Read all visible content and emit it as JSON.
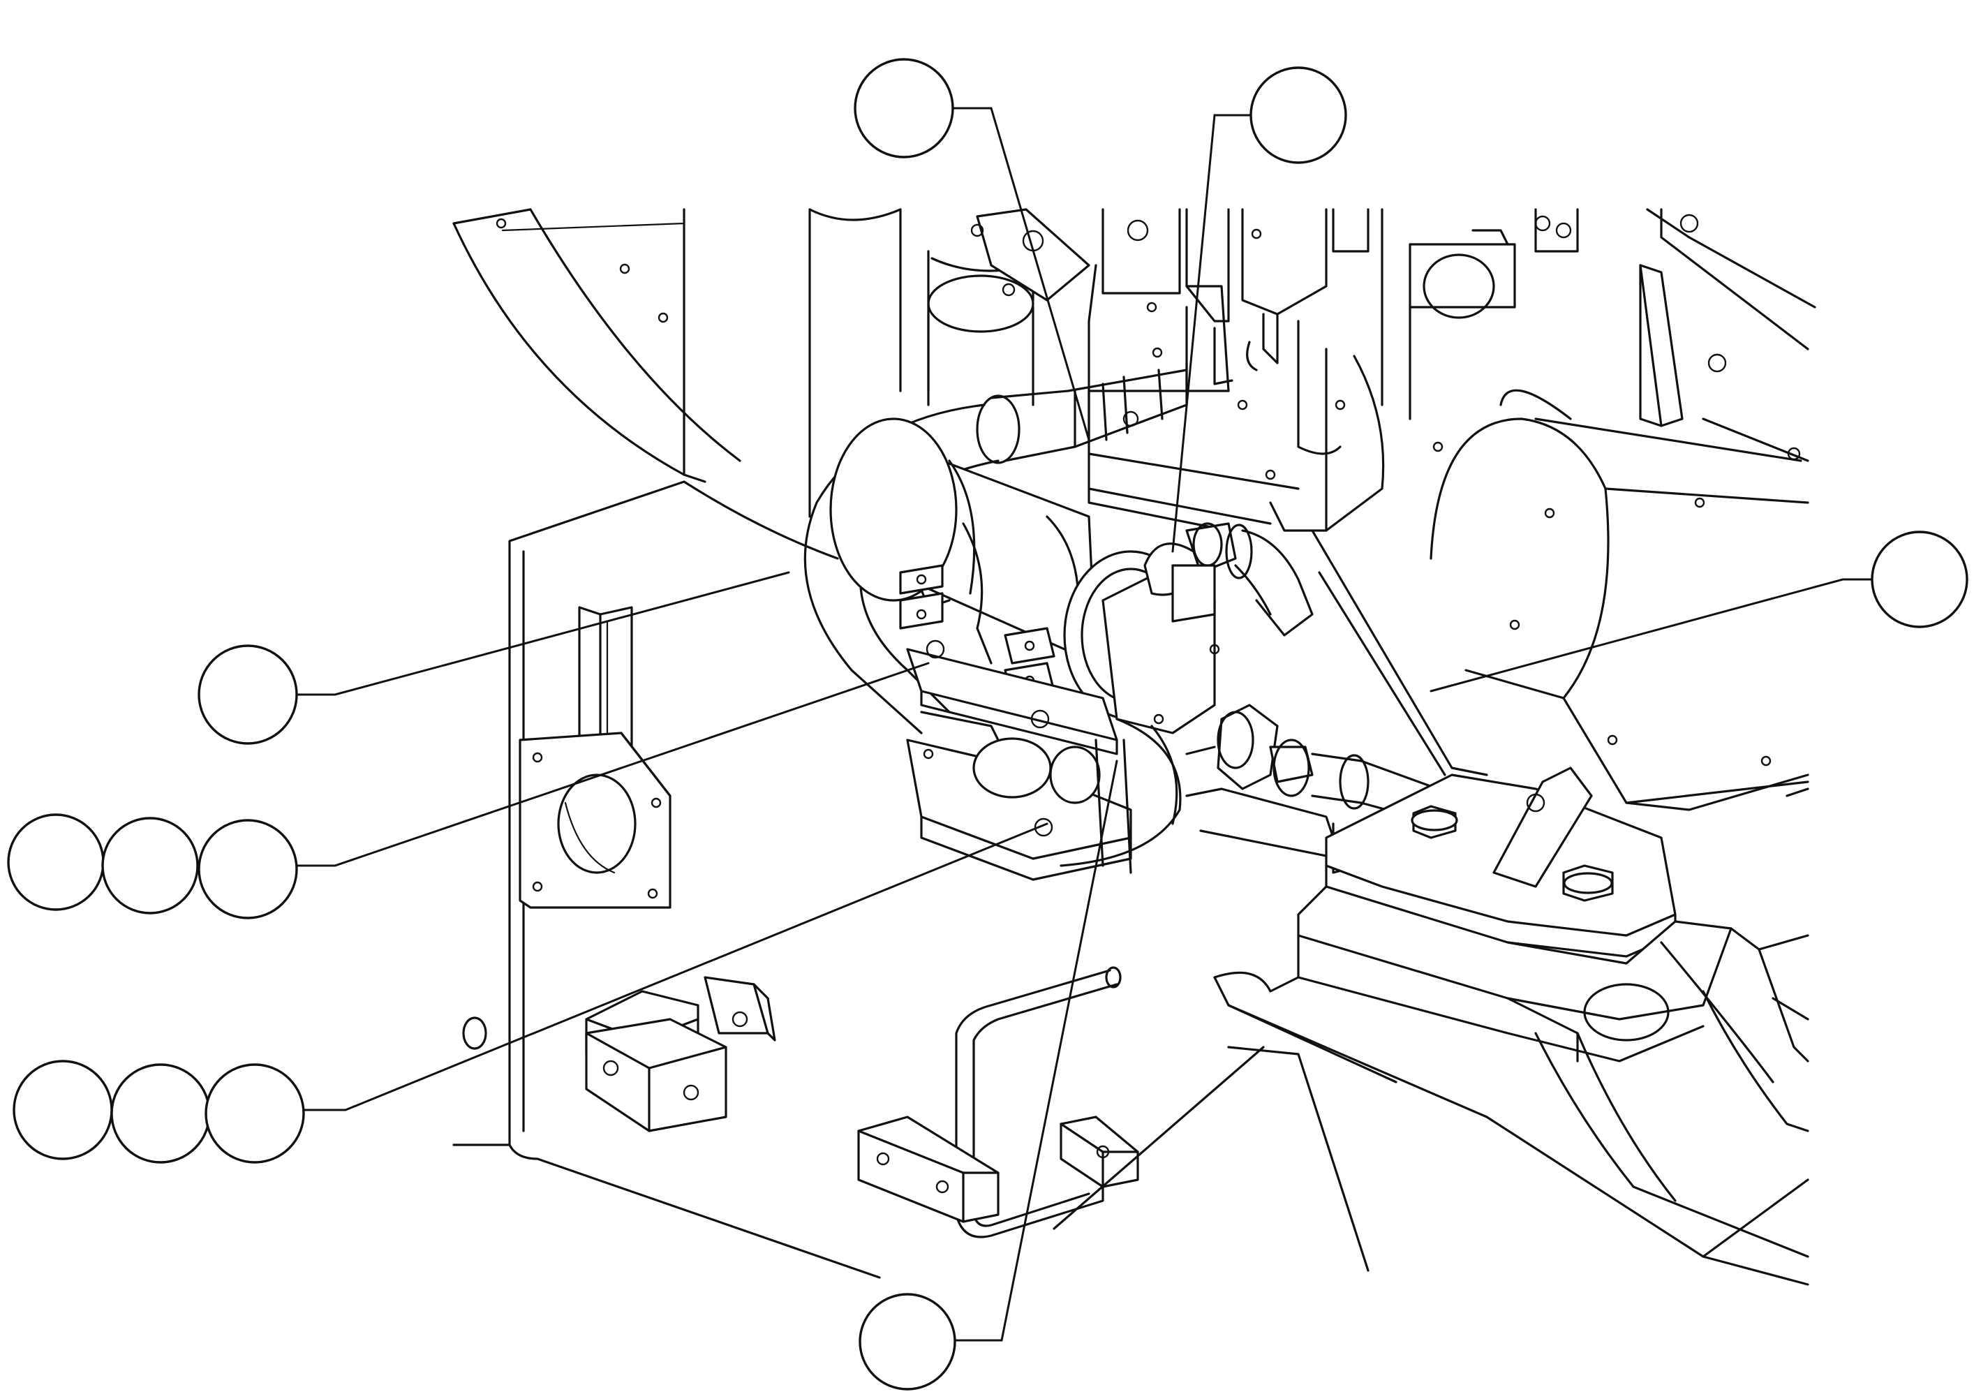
{
  "callouts": [
    {
      "id": "callout-top-left",
      "label": ""
    },
    {
      "id": "callout-top-right",
      "label": ""
    },
    {
      "id": "callout-right",
      "label": ""
    },
    {
      "id": "callout-left-single",
      "label": ""
    },
    {
      "id": "callout-left-triple-a-1",
      "label": ""
    },
    {
      "id": "callout-left-triple-a-2",
      "label": ""
    },
    {
      "id": "callout-left-triple-a-3",
      "label": ""
    },
    {
      "id": "callout-left-triple-b-1",
      "label": ""
    },
    {
      "id": "callout-left-triple-b-2",
      "label": ""
    },
    {
      "id": "callout-left-triple-b-3",
      "label": ""
    },
    {
      "id": "callout-bottom",
      "label": ""
    }
  ],
  "colors": {
    "ink": "#111111",
    "paper": "#ffffff"
  }
}
